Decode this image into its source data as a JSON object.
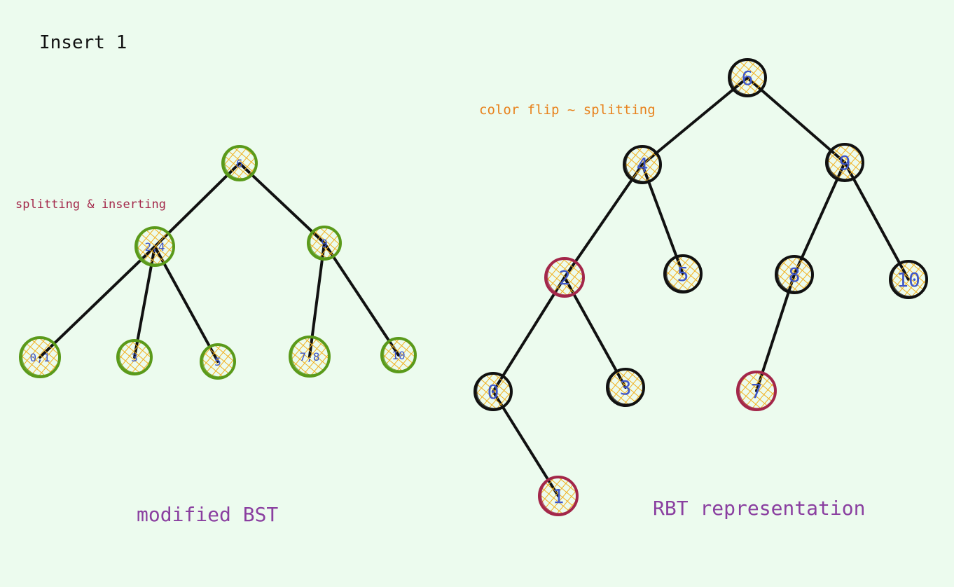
{
  "title": "Insert 1",
  "annotations": {
    "left": "splitting & inserting",
    "right": "color flip ~ splitting"
  },
  "captions": {
    "left": "modified BST",
    "right": "RBT representation"
  },
  "colors": {
    "background": "#ecfbee",
    "bst_node": "#5a9a1a",
    "black_node": "#111111",
    "red_node": "#a3274a",
    "hatch": "#f2b01e",
    "node_text": "#3f57c8",
    "annotation_left": "#a3274a",
    "annotation_right": "#e8821d",
    "caption": "#8a3fa0"
  },
  "bst": {
    "nodes": [
      {
        "id": "b6",
        "label": "6"
      },
      {
        "id": "b24",
        "label": "2,4"
      },
      {
        "id": "b9",
        "label": "9"
      },
      {
        "id": "b01",
        "label": "0,1"
      },
      {
        "id": "b3",
        "label": "3"
      },
      {
        "id": "b5",
        "label": "5"
      },
      {
        "id": "b78",
        "label": "7,8"
      },
      {
        "id": "b10",
        "label": "10"
      }
    ],
    "edges": [
      [
        "b6",
        "b24"
      ],
      [
        "b6",
        "b9"
      ],
      [
        "b24",
        "b01"
      ],
      [
        "b24",
        "b3"
      ],
      [
        "b24",
        "b5"
      ],
      [
        "b9",
        "b78"
      ],
      [
        "b9",
        "b10"
      ]
    ]
  },
  "rbt": {
    "nodes": [
      {
        "id": "r6",
        "label": "6",
        "color": "black"
      },
      {
        "id": "r4",
        "label": "4",
        "color": "black"
      },
      {
        "id": "r9",
        "label": "9",
        "color": "black"
      },
      {
        "id": "r2",
        "label": "2",
        "color": "red"
      },
      {
        "id": "r5",
        "label": "5",
        "color": "black"
      },
      {
        "id": "r8",
        "label": "8",
        "color": "black"
      },
      {
        "id": "r10",
        "label": "10",
        "color": "black"
      },
      {
        "id": "r0",
        "label": "0",
        "color": "black"
      },
      {
        "id": "r3",
        "label": "3",
        "color": "black"
      },
      {
        "id": "r7",
        "label": "7",
        "color": "red"
      },
      {
        "id": "r1",
        "label": "1",
        "color": "red"
      }
    ],
    "edges": [
      [
        "r6",
        "r4"
      ],
      [
        "r6",
        "r9"
      ],
      [
        "r4",
        "r2"
      ],
      [
        "r4",
        "r5"
      ],
      [
        "r9",
        "r8"
      ],
      [
        "r9",
        "r10"
      ],
      [
        "r2",
        "r0"
      ],
      [
        "r2",
        "r3"
      ],
      [
        "r8",
        "r7"
      ],
      [
        "r0",
        "r1"
      ]
    ]
  }
}
